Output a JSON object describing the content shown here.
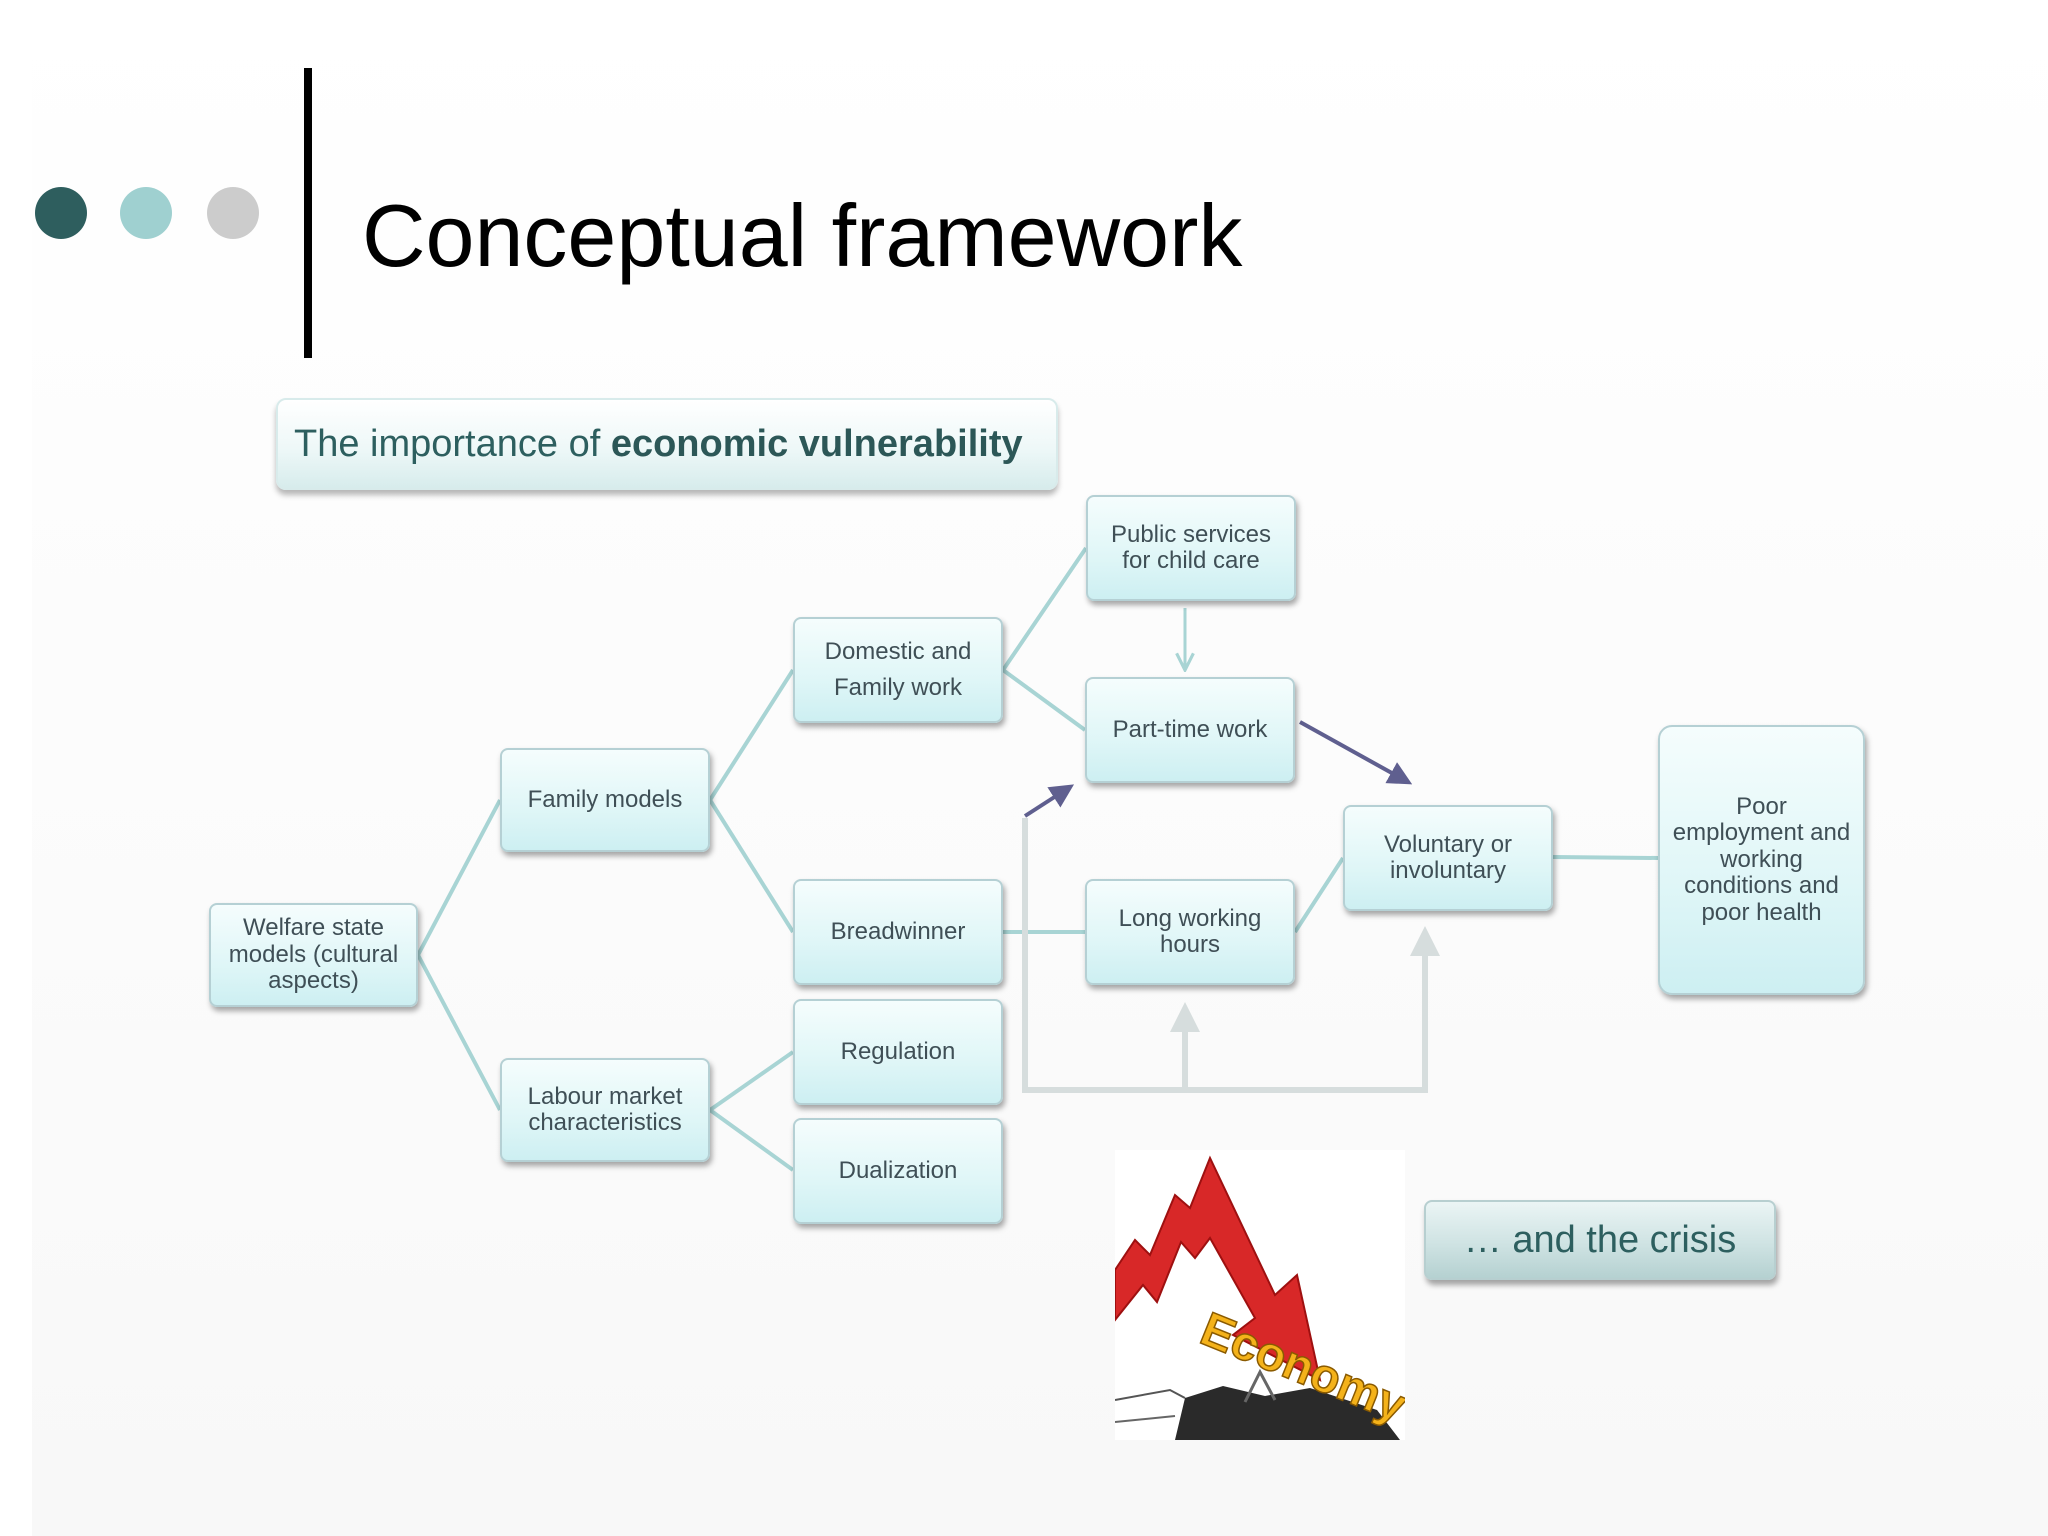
{
  "title": "Conceptual framework",
  "subtitle": {
    "prefix": "The importance of ",
    "bold": "economic vulnerability"
  },
  "nodes": {
    "welfare": "Welfare state models (cultural aspects)",
    "family_models": "Family models",
    "labour_market": "Labour market characteristics",
    "domestic": "Domestic and Family work",
    "breadwinner": "Breadwinner",
    "regulation": "Regulation",
    "dualization": "Dualization",
    "public_services": "Public services for child care",
    "part_time": "Part-time work",
    "long_hours": "Long working hours",
    "voluntary": "Voluntary or involuntary",
    "poor_employment": "Poor employment and working conditions and poor health"
  },
  "crisis_label": "… and the crisis",
  "economy_image_text": "Economy",
  "colors": {
    "dot_dark": "#2e5e5e",
    "dot_mid": "#9fd0d0",
    "dot_light": "#cccccc",
    "connector": "#a8d4d4",
    "arrow": "#5f5f8f",
    "crisis_arrow": "#d82828"
  }
}
